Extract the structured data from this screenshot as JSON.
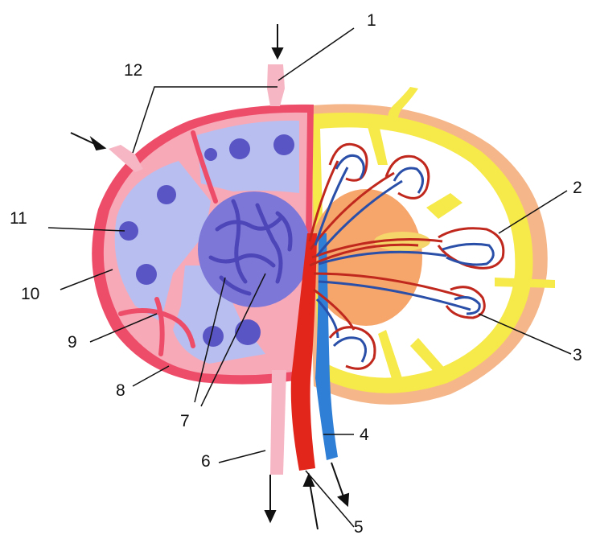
{
  "labels": {
    "l1": "1",
    "l2": "2",
    "l3": "3",
    "l4": "4",
    "l5": "5",
    "l6": "6",
    "l7": "7",
    "l8": "8",
    "l9": "9",
    "l10": "10",
    "l11": "11",
    "l12": "12"
  },
  "colors": {
    "capsule_red": "#ee4d6a",
    "capsule_pink": "#f7a9b8",
    "cortex_blue": "#b8bff0",
    "follicle": "#5a55c4",
    "medulla": "#7d77d8",
    "medulla_dark": "#4d46b8",
    "vessel_pink": "#f6b6c4",
    "yellow": "#f6e94a",
    "yellow_orange": "#f5c26a",
    "orange_core": "#f6a56b",
    "artery": "#e2261c",
    "vein": "#2f7fd6"
  }
}
